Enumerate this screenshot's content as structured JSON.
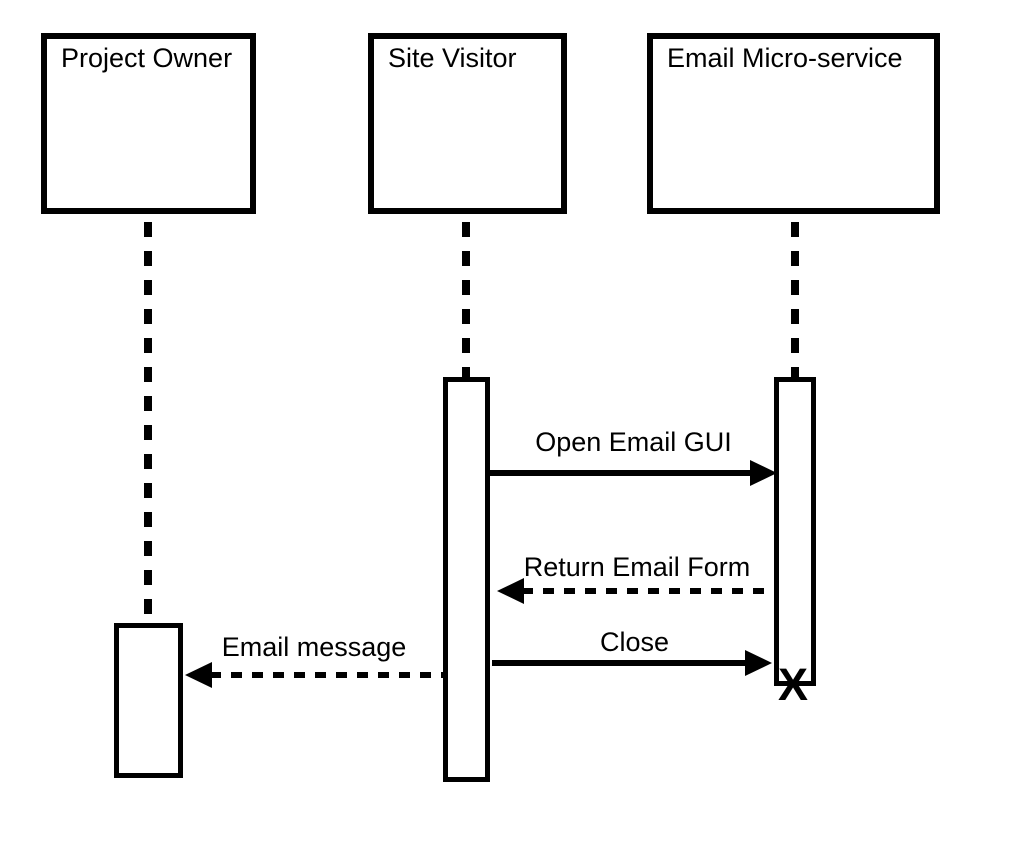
{
  "diagram": {
    "type": "uml-sequence-diagram",
    "background_color": "#ffffff",
    "stroke_color": "#000000",
    "actors": [
      {
        "name": "Project Owner"
      },
      {
        "name": "Site Visitor"
      },
      {
        "name": "Email Micro-service"
      }
    ],
    "messages": [
      {
        "label": "Open Email GUI",
        "from": "Site Visitor",
        "to": "Email Micro-service",
        "line_style": "solid",
        "direction": "right"
      },
      {
        "label": "Return Email Form",
        "from": "Email Micro-service",
        "to": "Site Visitor",
        "line_style": "dashed",
        "direction": "left"
      },
      {
        "label": "Close",
        "from": "Site Visitor",
        "to": "Email Micro-service",
        "line_style": "solid",
        "direction": "right"
      },
      {
        "label": "Email message",
        "from": "Site Visitor",
        "to": "Project Owner",
        "line_style": "dashed",
        "direction": "left"
      }
    ],
    "destruction_marker": {
      "symbol": "X",
      "on": "Email Micro-service"
    }
  }
}
